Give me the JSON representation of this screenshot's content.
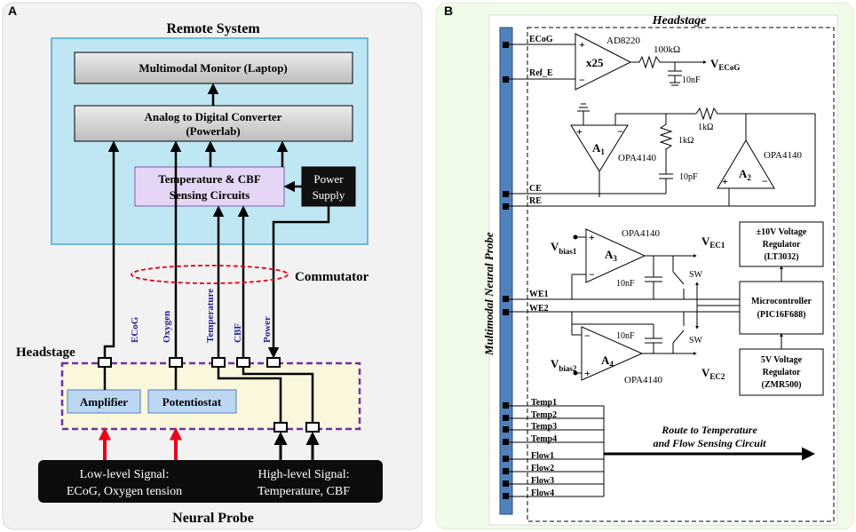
{
  "panel_a": {
    "letter": "A",
    "remote_system": "Remote System",
    "monitor": "Multimodal Monitor (Laptop)",
    "adc_line1": "Analog to Digital Converter",
    "adc_line2": "(Powerlab)",
    "sensing_line1": "Temperature & CBF",
    "sensing_line2": "Sensing Circuits",
    "power_line1": "Power",
    "power_line2": "Supply",
    "commutator": "Commutator",
    "headstage": "Headstage",
    "wires": [
      "ECoG",
      "Oxygen",
      "Temperature",
      "CBF",
      "Power"
    ],
    "amplifier": "Amplifier",
    "potentiostat": "Potentiostat",
    "low_line1": "Low-level Signal:",
    "low_line2": "ECoG, Oxygen tension",
    "high_line1": "High-level Signal:",
    "high_line2": "Temperature, CBF",
    "neural_probe": "Neural Probe"
  },
  "panel_b": {
    "letter": "B",
    "headstage": "Headstage",
    "probe_label": "Multimodal Neural Probe",
    "ecog": "ECoG",
    "ref_e": "Ref_E",
    "ad8220": "AD8220",
    "gain": "x25",
    "r100k": "100kΩ",
    "c10nf": "10nF",
    "vecog": "V",
    "vecog_sub": "ECoG",
    "a1": "A",
    "a1_sub": "1",
    "opa_a1": "OPA4140",
    "r1k_a": "1kΩ",
    "r1k_b": "1kΩ",
    "c10pf": "10pF",
    "a2": "A",
    "a2_sub": "2",
    "opa_a2": "OPA4140",
    "ce": "CE",
    "re": "RE",
    "vbias1": "V",
    "vbias1_sub": "bias1",
    "a3": "A",
    "a3_sub": "3",
    "opa_a3": "OPA4140",
    "vec1": "V",
    "vec1_sub": "EC1",
    "c10nf_a3": "10nF",
    "sw1": "SW",
    "we1": "WE1",
    "we2": "WE2",
    "c10nf_a4": "10nF",
    "sw2": "SW",
    "vbias2": "V",
    "vbias2_sub": "bias2",
    "a4": "A",
    "a4_sub": "4",
    "opa_a4": "OPA4140",
    "vec2": "V",
    "vec2_sub": "EC2",
    "reg10_line1": "±10V Voltage",
    "reg10_line2": "Regulator",
    "reg10_line3": "(LT3032)",
    "mcu_line1": "Microcontroller",
    "mcu_line2": "(PIC16F688)",
    "reg5_line1": "5V Voltage",
    "reg5_line2": "Regulator",
    "reg5_line3": "(ZMR500)",
    "temps": [
      "Temp1",
      "Temp2",
      "Temp3",
      "Temp4"
    ],
    "flows": [
      "Flow1",
      "Flow2",
      "Flow3",
      "Flow4"
    ],
    "route_line1": "Route to Temperature",
    "route_line2": "and Flow Sensing Circuit"
  },
  "colors": {
    "panel_a_bg": "#f2f2f2",
    "remote_bg": "#bfe6f3",
    "remote_border": "#4aa8d0",
    "block_gray": "#d6d6d6",
    "sensing_fill": "#e6d6f5",
    "headstage_fill": "#fbf7dc",
    "headstage_border": "#7030a0",
    "inner_block": "#bcd7f2",
    "arrow_red": "#e8001c",
    "wire_label": "#1f1f9a",
    "panel_b_bg": "#f1fbe9",
    "probe_bar": "#4f81bd"
  }
}
